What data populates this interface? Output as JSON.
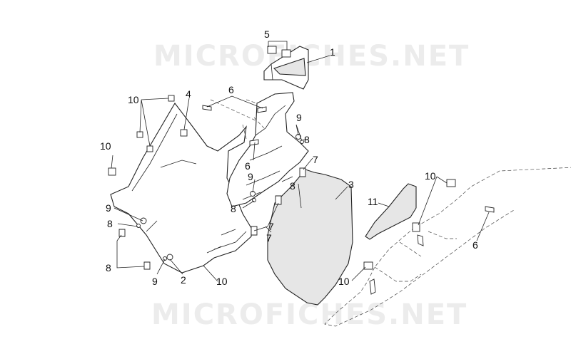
{
  "watermarks": [
    "MICROFICHES.NET",
    "MICROFICHES.NET"
  ],
  "callouts": [
    {
      "id": "c5",
      "text": "5"
    },
    {
      "id": "c1",
      "text": "1"
    },
    {
      "id": "c10a",
      "text": "10"
    },
    {
      "id": "c4",
      "text": "4"
    },
    {
      "id": "c6a",
      "text": "6"
    },
    {
      "id": "c9a",
      "text": "9"
    },
    {
      "id": "c8a",
      "text": "8"
    },
    {
      "id": "c10b",
      "text": "10"
    },
    {
      "id": "c7a",
      "text": "7"
    },
    {
      "id": "c6b",
      "text": "6"
    },
    {
      "id": "c8b",
      "text": "8"
    },
    {
      "id": "c3",
      "text": "3"
    },
    {
      "id": "c9b",
      "text": "9"
    },
    {
      "id": "c11",
      "text": "11"
    },
    {
      "id": "c10c",
      "text": "10"
    },
    {
      "id": "c8c",
      "text": "8"
    },
    {
      "id": "c9c",
      "text": "9"
    },
    {
      "id": "c7b",
      "text": "7"
    },
    {
      "id": "c8d",
      "text": "8"
    },
    {
      "id": "c7c",
      "text": "7"
    },
    {
      "id": "c6c",
      "text": "6"
    },
    {
      "id": "c8e",
      "text": "8"
    },
    {
      "id": "c9d",
      "text": "9"
    },
    {
      "id": "c2",
      "text": "2"
    },
    {
      "id": "c10d",
      "text": "10"
    }
  ]
}
